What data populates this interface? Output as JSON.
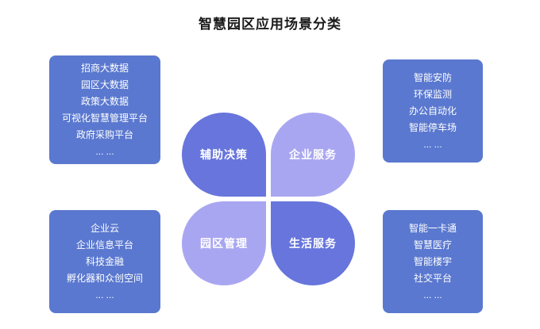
{
  "title": "智慧园区应用场景分类",
  "colors": {
    "box_blue": "#5a78cf",
    "petal_dark": "#6775dc",
    "petal_light": "#a9a6f1",
    "text_white": "#ffffff",
    "title_black": "#1a1a1a"
  },
  "petals": {
    "top_left": {
      "label": "辅助决策",
      "color": "#6775dc"
    },
    "top_right": {
      "label": "企业服务",
      "color": "#a9a6f1"
    },
    "bottom_left": {
      "label": "园区管理",
      "color": "#a9a6f1"
    },
    "bottom_right": {
      "label": "生活服务",
      "color": "#6775dc"
    }
  },
  "boxes": {
    "top_left": {
      "items": [
        "招商大数据",
        "园区大数据",
        "政策大数据",
        "可视化智慧管理平台",
        "政府采购平台",
        "... ..."
      ]
    },
    "top_right": {
      "items": [
        "智能安防",
        "环保监测",
        "办公自动化",
        "智能停车场",
        "... ..."
      ]
    },
    "bottom_left": {
      "items": [
        "企业云",
        "企业信息平台",
        "科技金融",
        "孵化器和众创空间",
        "... ..."
      ]
    },
    "bottom_right": {
      "items": [
        "智能一卡通",
        "智慧医疗",
        "智能楼宇",
        "社交平台",
        "... ..."
      ]
    }
  }
}
